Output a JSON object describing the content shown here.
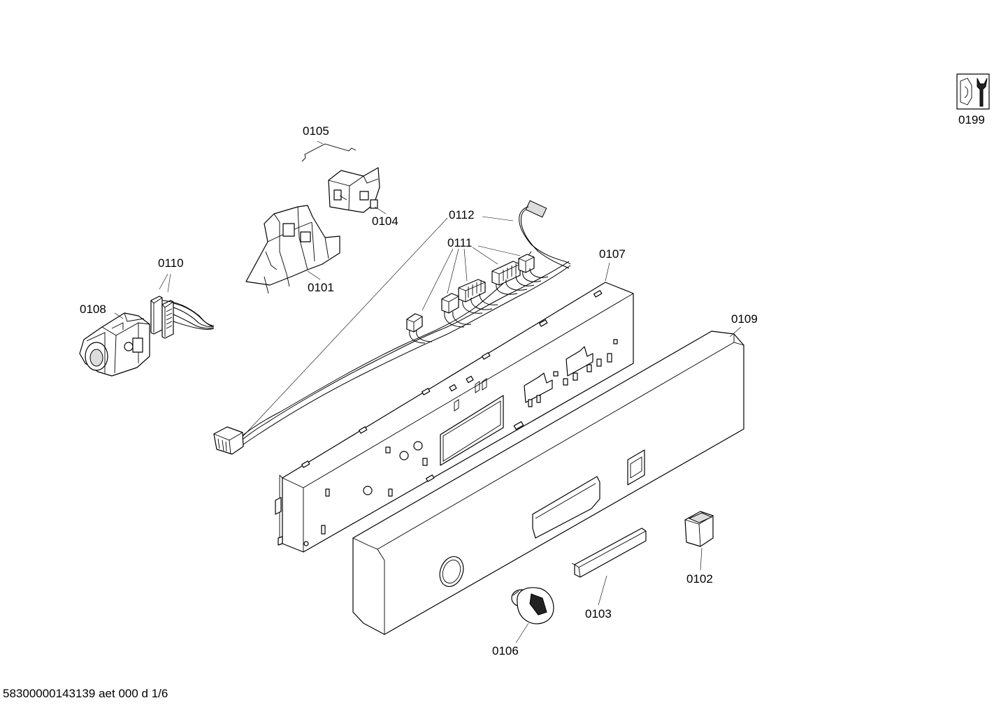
{
  "labels": {
    "p0105": "0105",
    "p0104": "0104",
    "p0101": "0101",
    "p0112": "0112",
    "p0111": "0111",
    "p0110": "0110",
    "p0108": "0108",
    "p0107": "0107",
    "p0109": "0109",
    "p0102": "0102",
    "p0103": "0103",
    "p0106": "0106",
    "p0199": "0199"
  },
  "footer": {
    "document_ref": "58300000143139 aet 000 d 1/6"
  }
}
